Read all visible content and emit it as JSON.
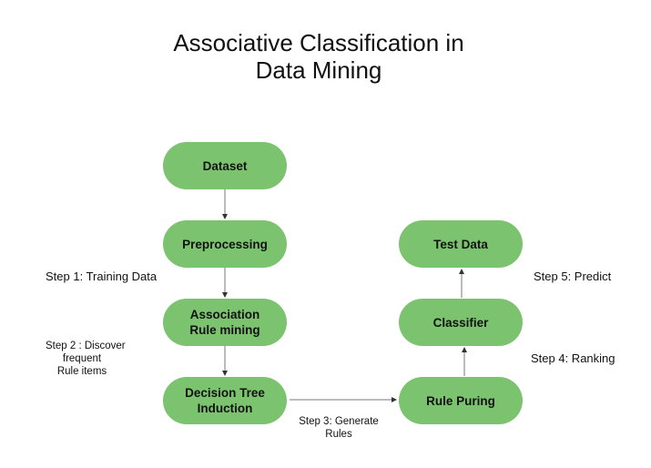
{
  "title": [
    "Associative Classification in",
    "Data Mining"
  ],
  "nodes": {
    "dataset": "Dataset",
    "preprocessing": "Preprocessing",
    "association_rule_mining": [
      "Association",
      "Rule mining"
    ],
    "decision_tree_induction": [
      "Decision Tree",
      "Induction"
    ],
    "rule_puring": "Rule Puring",
    "classifier": "Classifier",
    "test_data": "Test Data"
  },
  "steps": {
    "step1": "Step 1: Training Data",
    "step2": [
      "Step 2 : Discover",
      "frequent",
      "Rule items"
    ],
    "step3": [
      "Step 3: Generate",
      "Rules"
    ],
    "step4": "Step 4: Ranking",
    "step5": "Step 5: Predict"
  },
  "colors": {
    "node_fill": "#7cc36f",
    "arrow": "#555555"
  }
}
